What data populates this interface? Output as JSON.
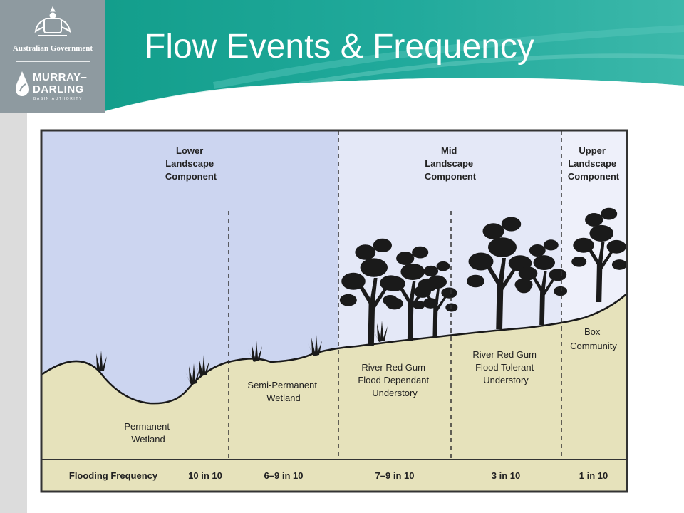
{
  "header": {
    "title": "Flow Events & Frequency",
    "gov_label": "Australian Government",
    "mdba_line1": "MURRAY–",
    "mdba_line2": "DARLING",
    "mdba_line3": "BASIN AUTHORITY"
  },
  "colors": {
    "banner_teal": "#1aa39a",
    "sky_lower": "#ccd5f0",
    "sky_mid": "#e4e8f7",
    "sky_upper": "#eef0fa",
    "ground": "#e6e2bb",
    "frame": "#333333"
  },
  "icons": [
    "coat-of-arms-icon",
    "mdba-drop-icon",
    "tree-icon",
    "grass-icon"
  ],
  "zones": [
    {
      "line1": "Lower",
      "line2": "Landscape",
      "line3": "Component"
    },
    {
      "line1": "Mid",
      "line2": "Landscape",
      "line3": "Component"
    },
    {
      "line1": "Upper",
      "line2": "Landscape",
      "line3": "Component"
    }
  ],
  "habitats": [
    {
      "line1": "Permanent",
      "line2": "Wetland"
    },
    {
      "line1": "Semi-Permanent",
      "line2": "Wetland"
    },
    {
      "line1": "River Red Gum",
      "line2": "Flood Dependant",
      "line3": "Understory"
    },
    {
      "line1": "River Red Gum",
      "line2": "Flood Tolerant",
      "line3": "Understory"
    },
    {
      "line1": "Box",
      "line2": "Community"
    }
  ],
  "frequency": {
    "label": "Flooding Frequency",
    "values": [
      "10 in 10",
      "6–9 in 10",
      "7–9 in 10",
      "3 in 10",
      "1 in 10"
    ]
  }
}
